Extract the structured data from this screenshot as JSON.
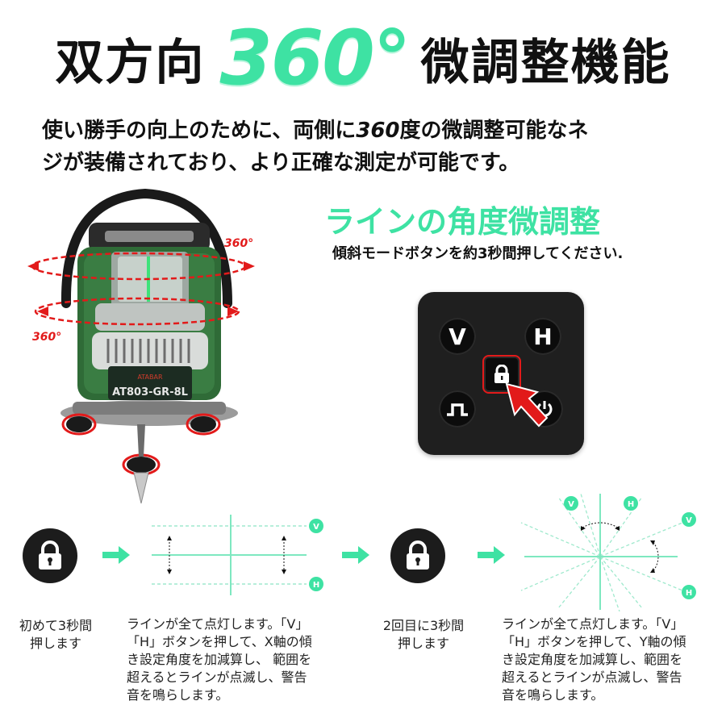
{
  "title": {
    "prefix": "双方向",
    "number": "360°",
    "suffix": "微調整機能"
  },
  "intro": {
    "line1_a": "使い勝手の向上のために、両側に",
    "line1_num": "360",
    "line1_b": "度の微調整可能なネ",
    "line2": "ジが装備されており、より正確な測定が可能です。"
  },
  "product": {
    "label_top": "360°",
    "label_bottom": "360°",
    "model": "AT803-GR-8L",
    "brand": "ATABAR"
  },
  "right": {
    "subtitle": "ラインの角度微調整",
    "subtext": "傾斜モードボタンを約3秒間押してください."
  },
  "panel": {
    "btn_v": "V",
    "btn_h": "H"
  },
  "diagram": {
    "v_marker": "V",
    "h_marker": "H"
  },
  "steps": [
    {
      "caption_lines": [
        "初めて3秒間",
        "押します"
      ]
    },
    {
      "caption_lines": [
        "ラインが全て点灯します。「V」",
        "「H」ボタンを押して、X軸の傾",
        "き設定角度を加減算し、 範囲を",
        "超えるとラインが点滅し、警告",
        "音を鳴らします。"
      ]
    },
    {
      "caption_lines": [
        "2回目に3秒間",
        "押します"
      ]
    },
    {
      "caption_lines": [
        "ラインが全て点灯します。「V」",
        "「H」ボタンを押して、Y軸の傾",
        "き設定角度を加減算し、範囲を",
        "超えるとラインが点滅し、警告",
        "音を鳴らします。"
      ]
    }
  ],
  "colors": {
    "accent_green": "#3ee2a3",
    "laser_green": "#7ee8c0",
    "alert_red": "#e21a1a",
    "panel_dark": "#1f1f1f"
  }
}
